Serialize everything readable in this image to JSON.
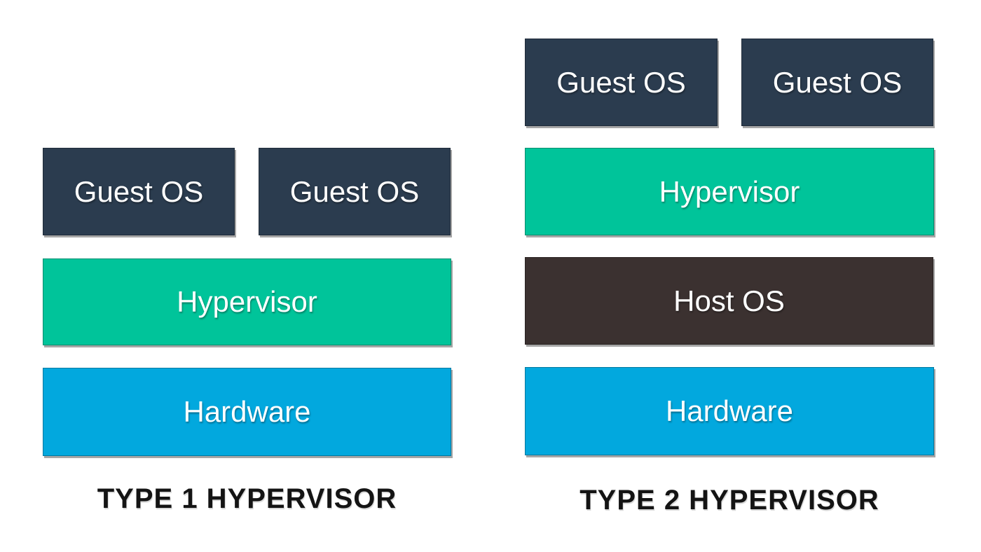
{
  "colors": {
    "background": "#ffffff",
    "guest_os": "#2b3c4f",
    "hypervisor": "#00c49a",
    "host_os": "#3b3130",
    "hardware": "#02a8de",
    "box_text": "#ffffff",
    "caption": "#141414"
  },
  "diagrams": [
    {
      "caption": "TYPE 1 HYPERVISOR",
      "boxes": [
        {
          "label": "Guest OS"
        },
        {
          "label": "Guest OS"
        },
        {
          "label": "Hypervisor"
        },
        {
          "label": "Hardware"
        }
      ]
    },
    {
      "caption": "TYPE 2 HYPERVISOR",
      "boxes": [
        {
          "label": "Guest OS"
        },
        {
          "label": "Guest OS"
        },
        {
          "label": "Hypervisor"
        },
        {
          "label": "Host OS"
        },
        {
          "label": "Hardware"
        }
      ]
    }
  ]
}
